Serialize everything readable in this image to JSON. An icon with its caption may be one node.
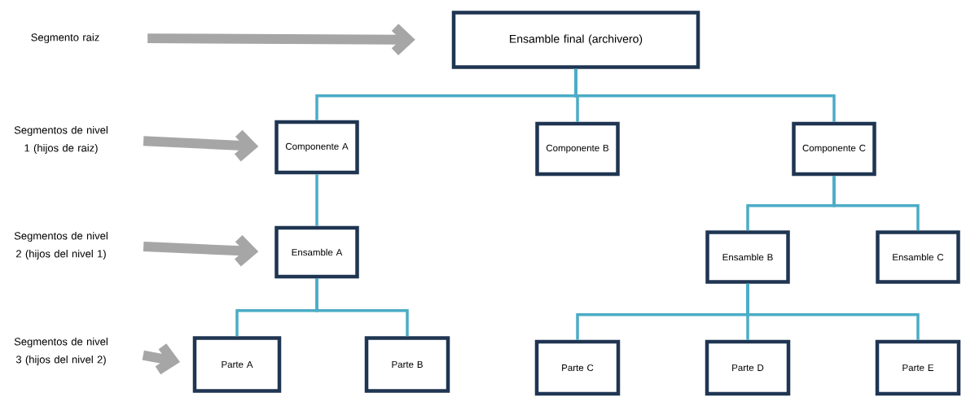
{
  "diagram": {
    "nodes": [
      {
        "text": [
          "Segmento raiz"
        ]
      },
      {
        "text": [
          "Ensamble final (archivero)"
        ]
      },
      {
        "text": [
          "Segmentos de nivel 1 (hijos de raiz)"
        ]
      },
      {
        "text": [
          "Componente A"
        ]
      },
      {
        "text": [
          "Componente B"
        ]
      },
      {
        "text": [
          "Componente C"
        ]
      },
      {
        "text": [
          "Segmentos de nivel 2 (hijos del nivel 1)"
        ]
      },
      {
        "text": [
          "Ensamble A"
        ]
      },
      {
        "text": [
          "Ensamble B"
        ]
      },
      {
        "text": [
          "Ensamble C"
        ]
      },
      {
        "text": [
          "Segmentos de nivel 3 (hijos del nivel 2)"
        ]
      },
      {
        "text": [
          "Parte A"
        ]
      },
      {
        "text": [
          "Parte B"
        ]
      },
      {
        "text": [
          "Parte C"
        ]
      },
      {
        "text": [
          "Parte D"
        ]
      },
      {
        "text": [
          "Parte E"
        ]
      }
    ],
    "edges": [
      {
        "from": 0,
        "to": 1,
        "arrow": "to",
        "style": "thick",
        "color": "#a6a6a6"
      },
      {
        "from": 2,
        "to": 3,
        "arrow": "to",
        "style": "thick",
        "color": "#a6a6a6"
      },
      {
        "from": 6,
        "to": 7,
        "arrow": "to",
        "style": "thick",
        "color": "#a6a6a6"
      },
      {
        "from": 10,
        "to": 11,
        "arrow": "to",
        "style": "thick",
        "color": "#a6a6a6"
      },
      {
        "from": 1,
        "to": 3,
        "arrow": "none"
      },
      {
        "from": 1,
        "to": 4,
        "arrow": "none"
      },
      {
        "from": 1,
        "to": 5,
        "arrow": "none"
      },
      {
        "from": 3,
        "to": 7,
        "arrow": "none"
      },
      {
        "from": 5,
        "to": 8,
        "arrow": "none"
      },
      {
        "from": 5,
        "to": 9,
        "arrow": "none"
      },
      {
        "from": 7,
        "to": 11,
        "arrow": "none"
      },
      {
        "from": 7,
        "to": 12,
        "arrow": "none"
      },
      {
        "from": 8,
        "to": 13,
        "arrow": "none"
      },
      {
        "from": 8,
        "to": 14,
        "arrow": "none"
      },
      {
        "from": 8,
        "to": 15,
        "arrow": "none"
      }
    ]
  }
}
